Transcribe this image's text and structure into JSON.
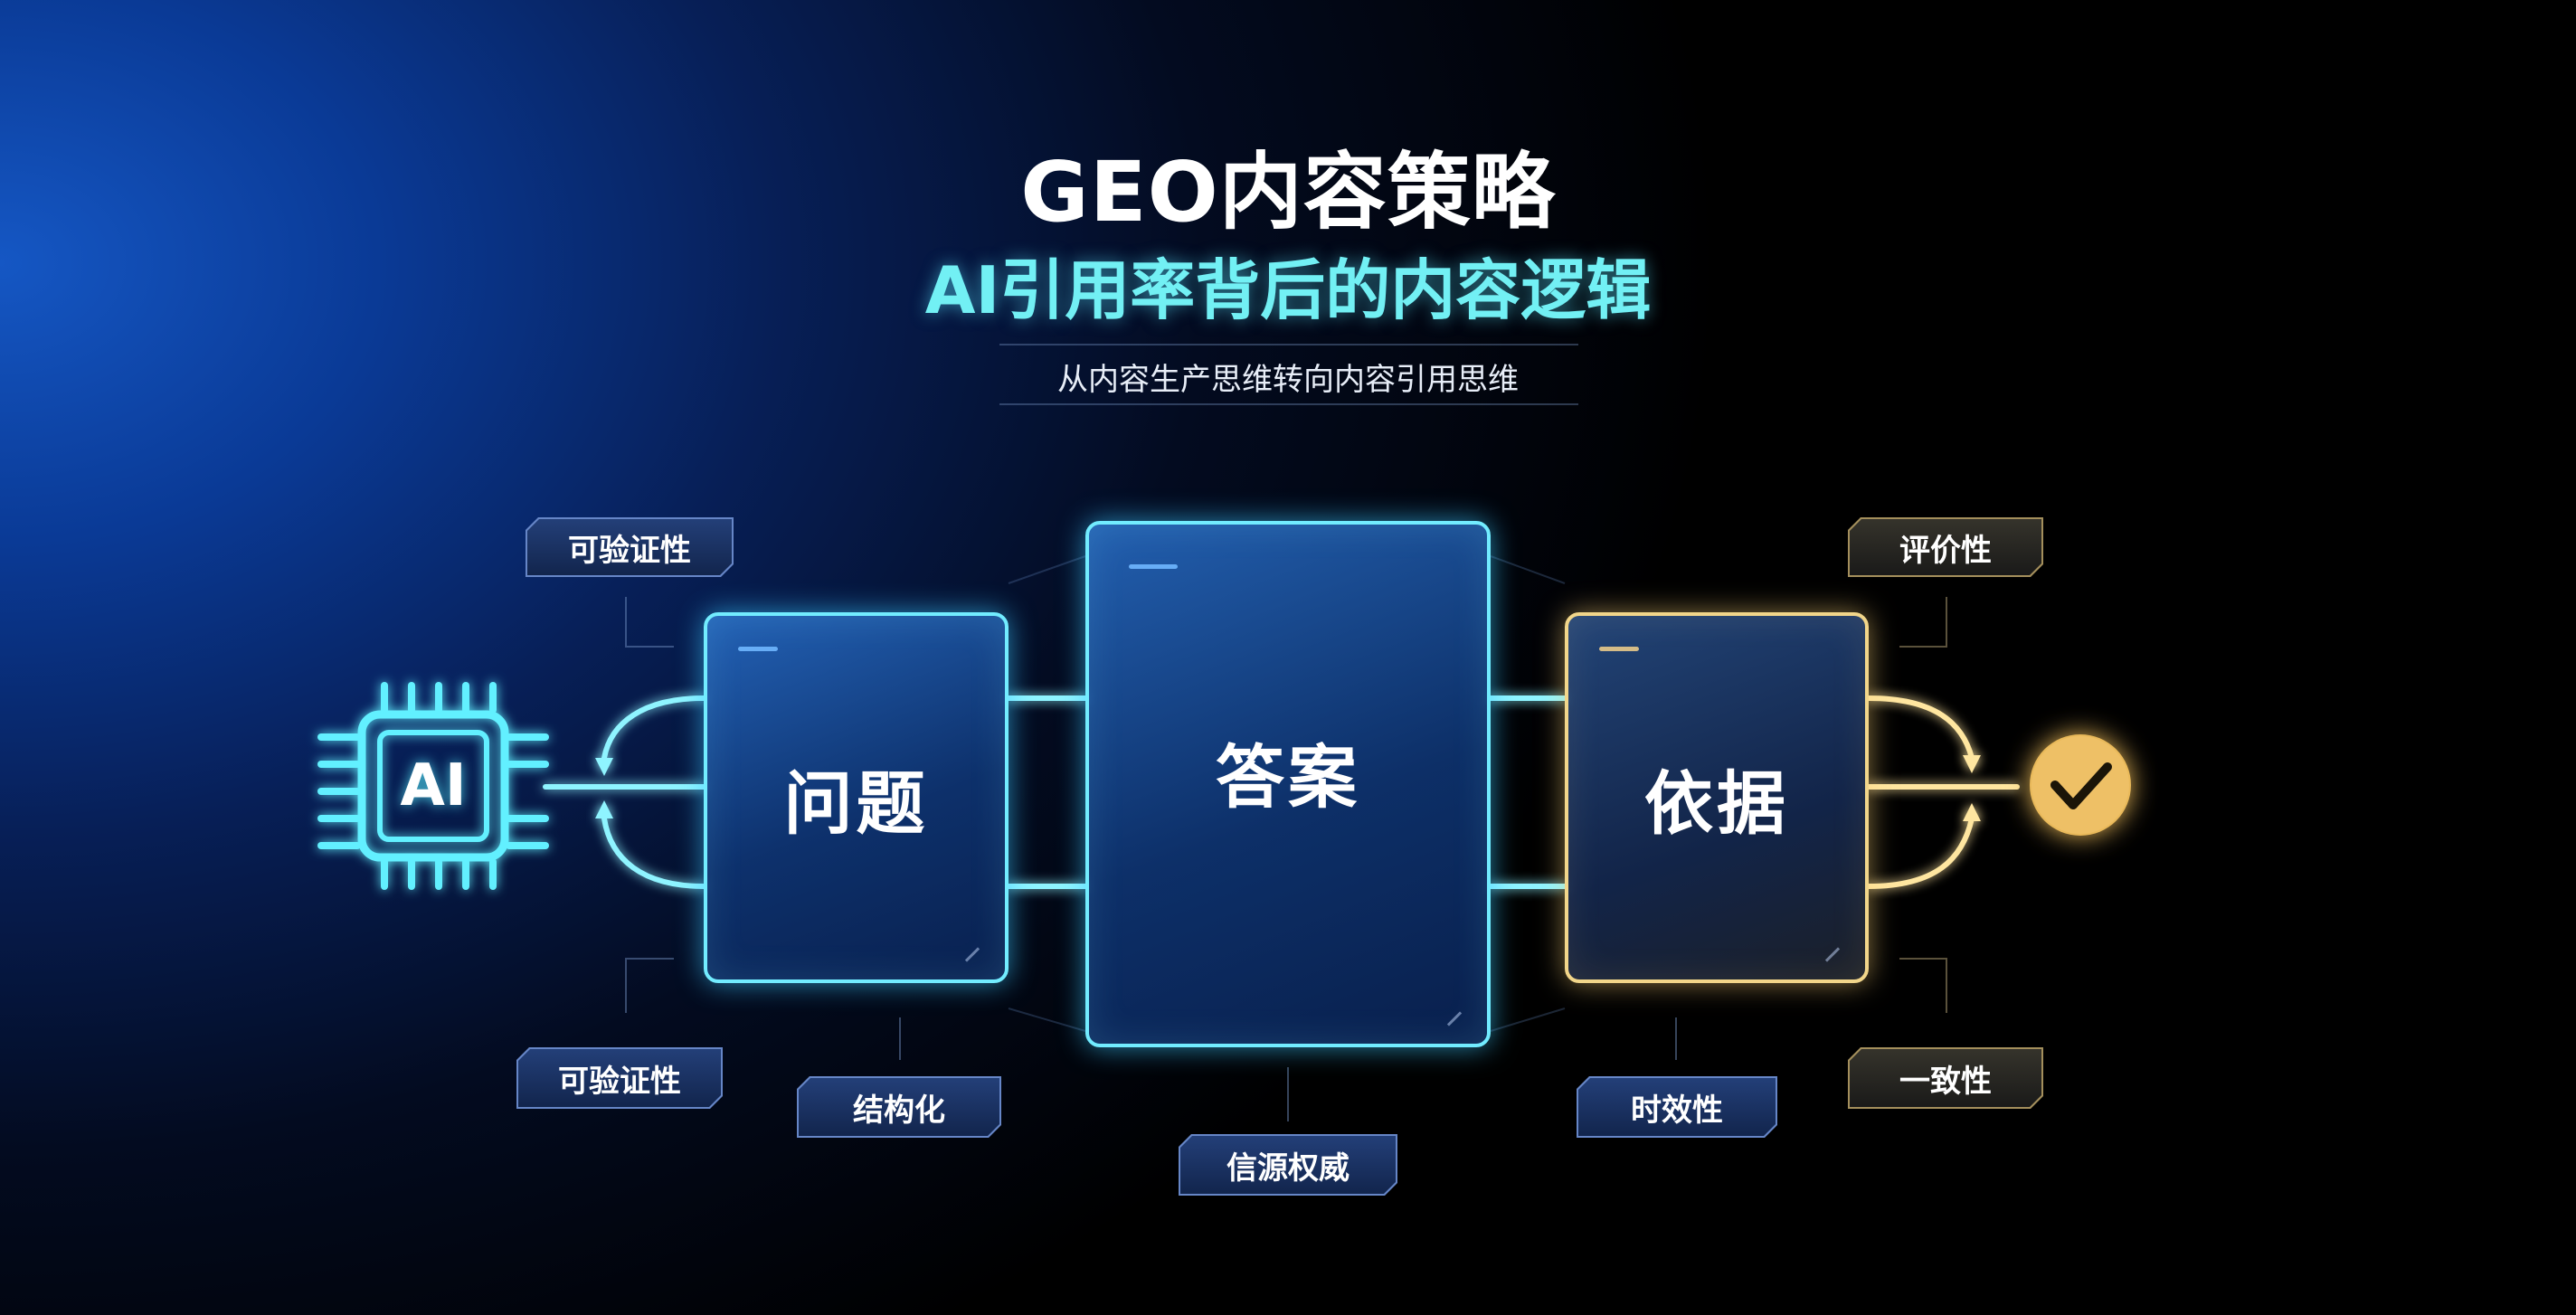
{
  "header": {
    "title": "GEO内容策略",
    "subtitle": "AI引用率背后的内容逻辑",
    "tagline": "从内容生产思维转向内容引用思维"
  },
  "ai_chip": {
    "label": "AI",
    "icon": "ai-chip-icon"
  },
  "flow": {
    "question": "问题",
    "answer": "答案",
    "evidence": "依据",
    "end_icon": "checkmark-icon"
  },
  "tags": {
    "top_left": "可验证性",
    "top_right": "评价性",
    "bottom_left": "可验证性",
    "structured": "结构化",
    "authority": "信源权威",
    "timeliness": "时效性",
    "consistency": "一致性"
  },
  "colors": {
    "cyan": "#72ecff",
    "gold": "#f2d68a",
    "title": "#ffffff",
    "subtitle": "#72f0f4"
  }
}
